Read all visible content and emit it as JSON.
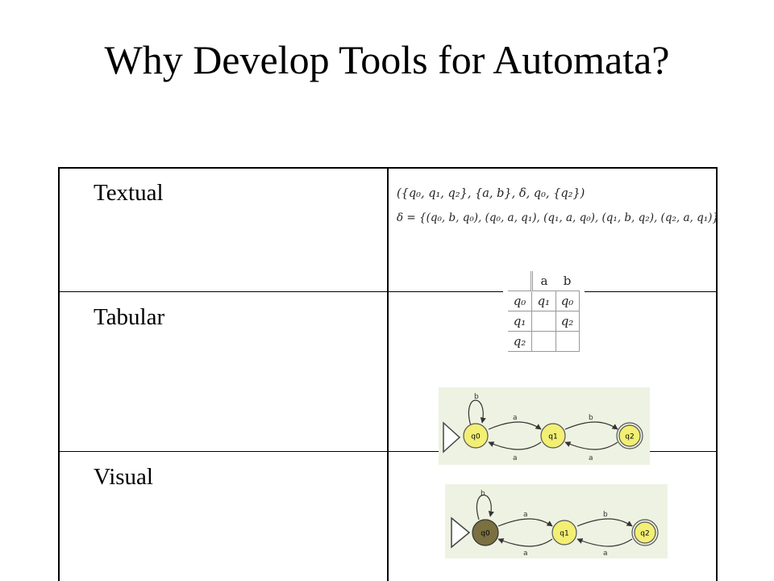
{
  "slide": {
    "title": "Why Develop Tools for Automata?"
  },
  "rows": [
    {
      "label": "Textual"
    },
    {
      "label": "Tabular"
    },
    {
      "label": "Visual"
    }
  ],
  "textual": {
    "line1": "({q₀, q₁, q₂}, {a, b}, δ, q₀, {q₂})",
    "line2": "δ = {(q₀, b, q₀), (q₀, a, q₁), (q₁, a, q₀), (q₁, b, q₂), (q₂, a, q₁)}"
  },
  "table": {
    "header": [
      "",
      "a",
      "b"
    ],
    "rows": [
      [
        "q₀",
        "q₁",
        "q₀"
      ],
      [
        "q₁",
        "",
        "q₂"
      ],
      [
        "q₂",
        "",
        ""
      ]
    ]
  },
  "automaton": {
    "states": [
      "q0",
      "q1",
      "q2"
    ],
    "self_loop_label": "b",
    "edge_labels": {
      "q0_q1": "a",
      "q1_q0": "a",
      "q1_q2": "b",
      "q2_q1": "a"
    },
    "colors": {
      "state_fill": "#f2ef74",
      "state_stroke": "#555555",
      "active_fill": "#7a7040",
      "background": "#eef2e2"
    }
  }
}
